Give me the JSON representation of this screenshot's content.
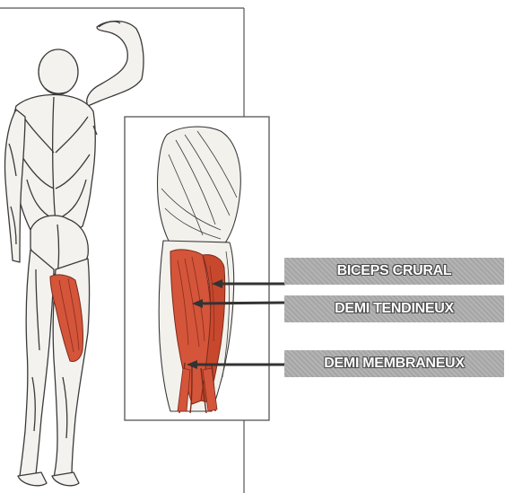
{
  "diagram": {
    "labels": [
      {
        "id": "biceps-crural",
        "text": "BICEPS CRURAL"
      },
      {
        "id": "demi-tendineux",
        "text": "DEMI TENDINEUX"
      },
      {
        "id": "demi-membraneux",
        "text": "DEMI MEMBRANEUX"
      }
    ],
    "colors": {
      "muscle_highlight": "#d4553a",
      "muscle_dark": "#b03a22",
      "line_art": "#3a3a3a",
      "label_box": "#b0b0b0",
      "label_text": "#ffffff",
      "arrow": "#333333"
    }
  }
}
